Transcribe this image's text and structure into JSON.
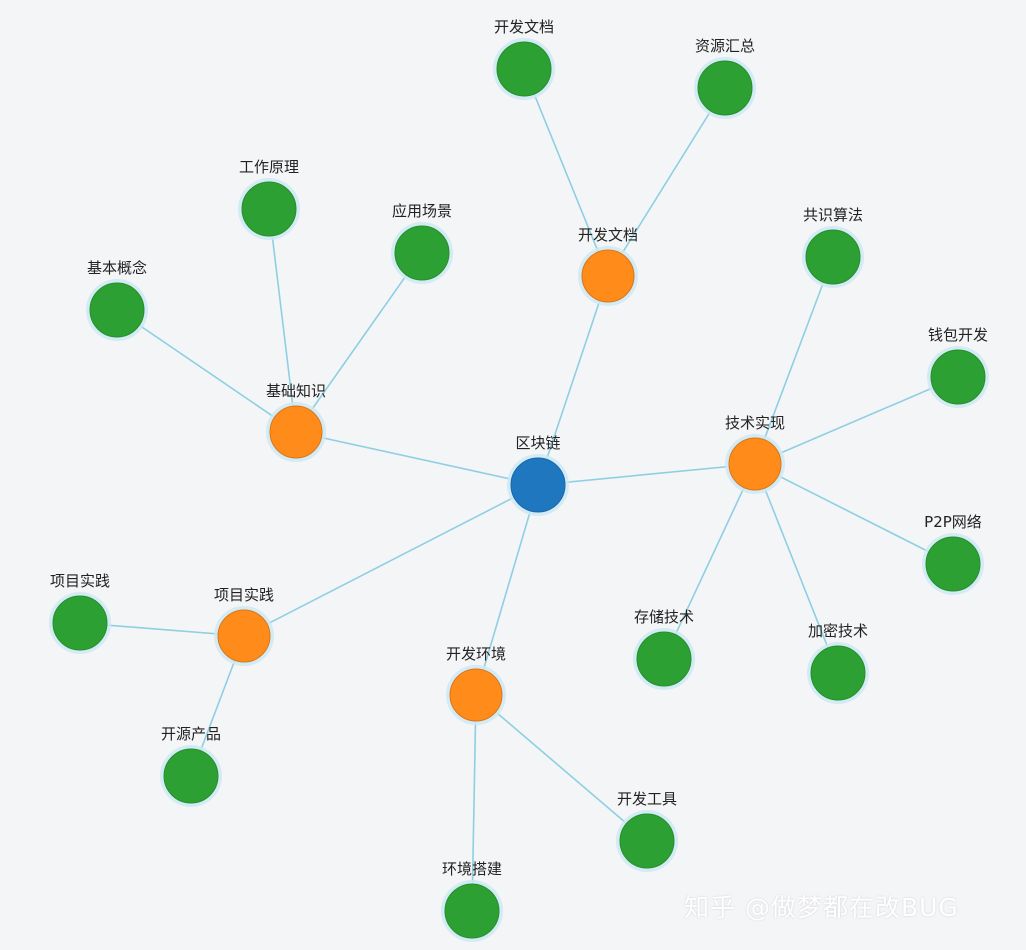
{
  "colors": {
    "root": "#1f77c0",
    "category": "#ff8c1a",
    "leaf": "#2ca032",
    "edge": "#8ecfe3",
    "halo": "#cde9f5"
  },
  "watermark": "知乎 @做梦都在改BUG",
  "graph": {
    "nodes": [
      {
        "id": "root",
        "label": "区块链",
        "kind": "root"
      },
      {
        "id": "c_basic",
        "label": "基础知识",
        "kind": "category"
      },
      {
        "id": "c_devdoc",
        "label": "开发文档",
        "kind": "category"
      },
      {
        "id": "c_tech",
        "label": "技术实现",
        "kind": "category"
      },
      {
        "id": "c_env",
        "label": "开发环境",
        "kind": "category"
      },
      {
        "id": "c_proj",
        "label": "项目实践",
        "kind": "category"
      },
      {
        "id": "l_concept",
        "label": "基本概念",
        "kind": "leaf"
      },
      {
        "id": "l_principle",
        "label": "工作原理",
        "kind": "leaf"
      },
      {
        "id": "l_scenario",
        "label": "应用场景",
        "kind": "leaf"
      },
      {
        "id": "l_devdoc",
        "label": "开发文档",
        "kind": "leaf"
      },
      {
        "id": "l_resource",
        "label": "资源汇总",
        "kind": "leaf"
      },
      {
        "id": "l_consensus",
        "label": "共识算法",
        "kind": "leaf"
      },
      {
        "id": "l_wallet",
        "label": "钱包开发",
        "kind": "leaf"
      },
      {
        "id": "l_p2p",
        "label": "P2P网络",
        "kind": "leaf"
      },
      {
        "id": "l_crypto",
        "label": "加密技术",
        "kind": "leaf"
      },
      {
        "id": "l_storage",
        "label": "存储技术",
        "kind": "leaf"
      },
      {
        "id": "l_tools",
        "label": "开发工具",
        "kind": "leaf"
      },
      {
        "id": "l_setup",
        "label": "环境搭建",
        "kind": "leaf"
      },
      {
        "id": "l_proj",
        "label": "项目实践",
        "kind": "leaf"
      },
      {
        "id": "l_oss",
        "label": "开源产品",
        "kind": "leaf"
      }
    ],
    "edges": [
      [
        "root",
        "c_basic"
      ],
      [
        "root",
        "c_devdoc"
      ],
      [
        "root",
        "c_tech"
      ],
      [
        "root",
        "c_env"
      ],
      [
        "root",
        "c_proj"
      ],
      [
        "c_basic",
        "l_concept"
      ],
      [
        "c_basic",
        "l_principle"
      ],
      [
        "c_basic",
        "l_scenario"
      ],
      [
        "c_devdoc",
        "l_devdoc"
      ],
      [
        "c_devdoc",
        "l_resource"
      ],
      [
        "c_tech",
        "l_consensus"
      ],
      [
        "c_tech",
        "l_wallet"
      ],
      [
        "c_tech",
        "l_p2p"
      ],
      [
        "c_tech",
        "l_crypto"
      ],
      [
        "c_tech",
        "l_storage"
      ],
      [
        "c_env",
        "l_tools"
      ],
      [
        "c_env",
        "l_setup"
      ],
      [
        "c_proj",
        "l_proj"
      ],
      [
        "c_proj",
        "l_oss"
      ]
    ]
  }
}
